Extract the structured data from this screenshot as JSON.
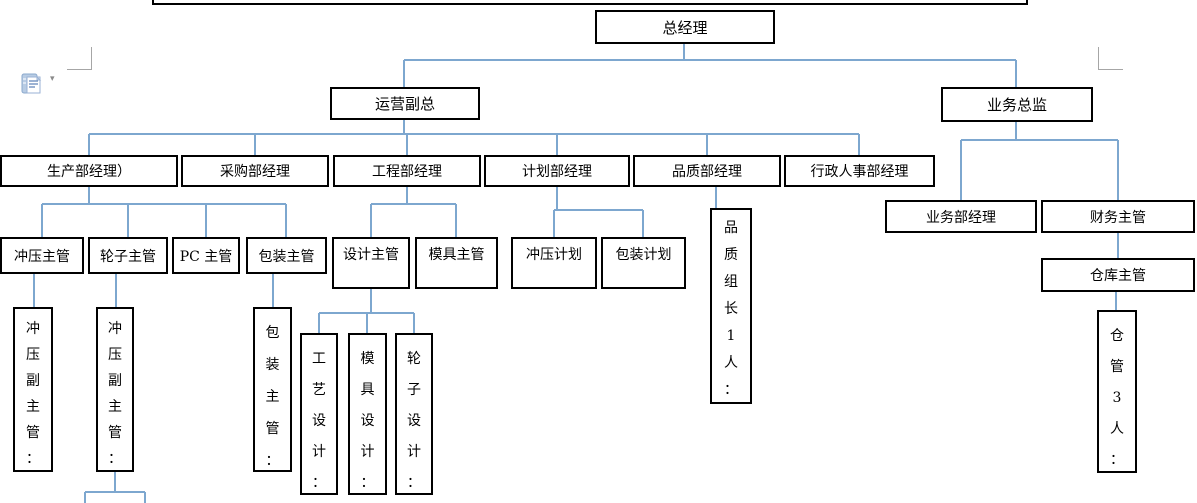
{
  "colors": {
    "connector_blue": "#7da7cf",
    "box_border": "#000000",
    "corner_mark_gray": "#a6a6a6",
    "paste_icon_blue": "#b8cce4"
  },
  "word_ui": {
    "paste_options_icon": "paste-options",
    "dropdown_arrow_glyph": "▾"
  },
  "org_chart": {
    "nodes": {
      "gm": "总经理",
      "ops_vp": "运营副总",
      "biz_director": "业务总监",
      "production_mgr": "生产部经理）",
      "purchasing_mgr": "采购部经理",
      "engineering_mgr": "工程部经理",
      "planning_mgr": "计划部经理",
      "quality_mgr": "品质部经理",
      "hr_admin_mgr": "行政人事部经理",
      "stamping_sup": "冲压主管",
      "wheel_sup": "轮子主管",
      "pc_sup": "PC 主管",
      "packaging_sup": "包装主管",
      "design_sup": "设计主管",
      "mold_sup": "模具主管",
      "stamping_plan": "冲压计划",
      "packaging_plan": "包装计划",
      "quality_leader": "品质组长1人：",
      "biz_dept_mgr": "业务部经理",
      "finance_sup": "财务主管",
      "warehouse_sup": "仓库主管",
      "warehouse_keeper": "仓管3人：",
      "stamping_deputy1": "冲压副主管：",
      "stamping_deputy2": "冲压副主管：",
      "packaging_sup_v": "包装主管：",
      "process_design": "工艺设计：",
      "mold_design": "模具设计：",
      "wheel_design": "轮子设计："
    }
  }
}
